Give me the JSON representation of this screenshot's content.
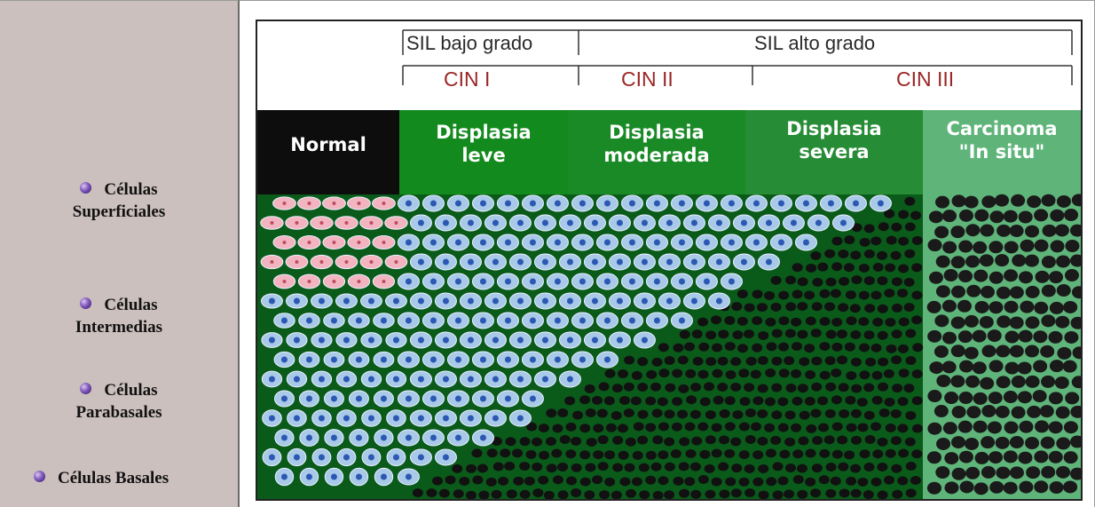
{
  "legend": [
    {
      "line1": "Células",
      "line2": "Superficiales"
    },
    {
      "line1": "Células",
      "line2": "Intermedias"
    },
    {
      "line1": "Células",
      "line2": "Parabasales"
    },
    {
      "line1": "Células Basales"
    }
  ],
  "header": {
    "sil_low": "SIL  bajo grado",
    "sil_high": "SIL  alto grado",
    "cin": [
      "CIN I",
      "CIN II",
      "CIN III"
    ]
  },
  "stages": [
    {
      "line1": "Normal",
      "line2": ""
    },
    {
      "line1": "Displasia",
      "line2": "leve"
    },
    {
      "line1": "Displasia",
      "line2": "moderada"
    },
    {
      "line1": "Displasia",
      "line2": "severa"
    },
    {
      "line1": "Carcinoma",
      "line2": "\"In situ\""
    }
  ],
  "colors": {
    "left_panel": "#cbc0bd",
    "stage_bg": [
      "#0d0d0d",
      "#138a1d",
      "#1e8a2a",
      "#2a8f3a",
      "#5fb47a"
    ],
    "stroma": "#0a5a1a",
    "normal_superficial": "#f2b5c0",
    "intermediate": "#a9c9e8",
    "nucleus": "#2c57b3",
    "carcinoma_cell": "#1a1a1a"
  }
}
